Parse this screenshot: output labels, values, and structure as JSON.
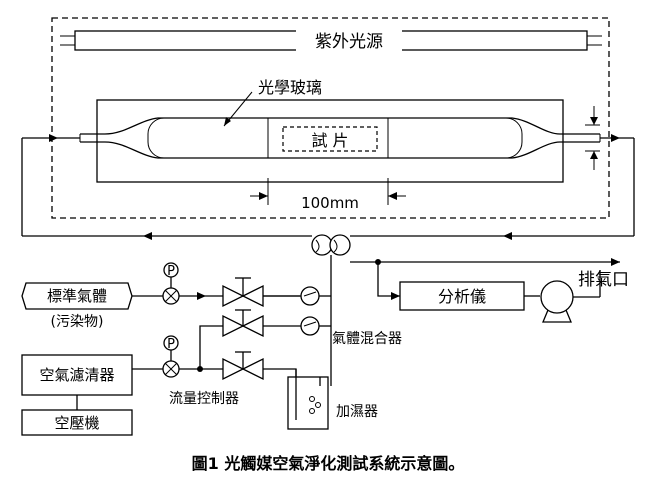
{
  "labels": {
    "uv_source": "紫外光源",
    "optical_glass": "光學玻璃",
    "specimen": "試 片",
    "length_100mm": "100mm",
    "standard_gas": "標準氣體",
    "pollutant": "(污染物)",
    "air_filter": "空氣濾清器",
    "air_compressor": "空壓機",
    "flow_controller": "流量控制器",
    "gas_mixer": "氣體混合器",
    "humidifier": "加濕器",
    "analyzer": "分析儀",
    "exhaust": "排氣口",
    "pressure_gauge_1": "P",
    "pressure_gauge_2": "P"
  },
  "caption": "圖1  光觸媒空氣淨化測試系統示意圖。"
}
